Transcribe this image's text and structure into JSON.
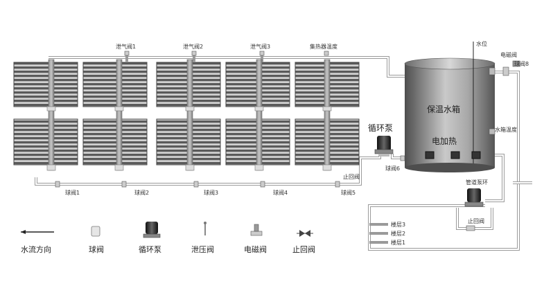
{
  "valves_top": [
    "泄气阀1",
    "泄气阀2",
    "泄气阀3",
    "集热器温度"
  ],
  "valves_bottom": [
    "球阀1",
    "球阀2",
    "球阀3",
    "球阀4",
    "球阀5"
  ],
  "check_valve_bottom": "止回阀",
  "pump_main": "循环泵",
  "valve_6": "球阀6",
  "tank": {
    "title": "保温水箱",
    "heater": "电加热",
    "level": "水位",
    "temp": "水箱温度",
    "solenoid": "电磁阀",
    "valve_8": "球阀8"
  },
  "pipe_pump": "管道泵环",
  "check_valve_right": "止回阀",
  "floors": [
    "楼层3",
    "楼层2",
    "楼层1"
  ],
  "legend": {
    "flow": "水流方向",
    "ball_valve": "球阀",
    "pump": "循环泵",
    "relief": "泄压阀",
    "solenoid": "电磁阀",
    "check": "止回阀"
  },
  "colors": {
    "pipe": "#9a9a9a",
    "tank_dark": "#5e5e5e",
    "tank_light": "#bdbdbd",
    "panel": "#4a4a4a"
  }
}
